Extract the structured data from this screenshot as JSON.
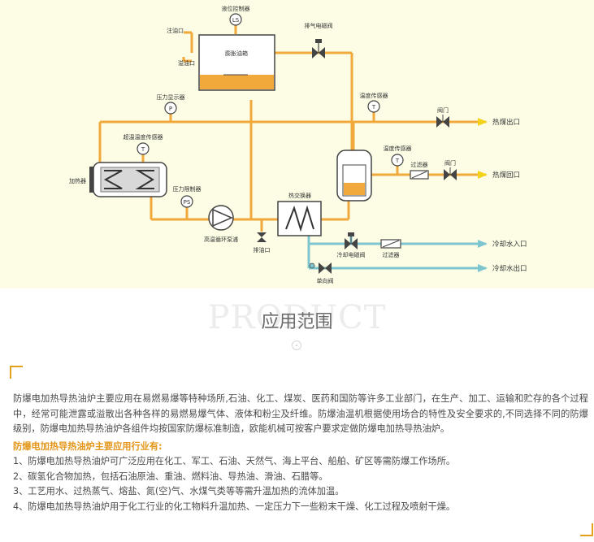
{
  "diagram": {
    "labels": {
      "level_controller": "液位控制器",
      "level_symbol": "LS",
      "exhaust_valve": "排气电磁阀",
      "oil_fill_port": "注油口",
      "overflow_port": "溢油口",
      "expansion_tank": "膨胀油箱",
      "pressure_gauge": "压力显示器",
      "temp_sensor_mid": "温度传感器",
      "valve_top": "阀门",
      "hot_outlet": "热煤出口",
      "over_temp_sensor": "超温温度传感器",
      "temp_sensor_right": "温度传感器",
      "filter_top": "过滤器",
      "valve_right": "阀门",
      "hot_return": "热煤回口",
      "heater": "加热器",
      "pressure_limiter": "压力限制器",
      "heat_exchanger": "热交换器",
      "pump": "高温循环泵浦",
      "drain_port": "排油口",
      "cooling_valve": "冷却电磁阀",
      "filter_bottom": "过滤器",
      "cooling_in": "冷却水入口",
      "check_valve": "单向阀",
      "cooling_out": "冷却水出口"
    },
    "symbols": {
      "pressure": "P",
      "temperature": "T",
      "pressure_switch": "PS"
    },
    "colors": {
      "oil_pipe": "#f2a93b",
      "water_pipe": "#7ec6cf",
      "arrow_yellow": "#f5d21a",
      "tank_oil": "#f2a93b",
      "background": "#fdfde6"
    }
  },
  "heading": {
    "watermark": "PRODUCT",
    "title": "应用范围"
  },
  "article": {
    "intro": "防爆电加热导热油炉主要应用在易燃易爆等特种场所,石油、化工、煤炭、医药和国防等许多工业部门，在生产、加工、运输和贮存的各个过程中，经常可能泄露或溢散出各种各样的易燃易爆气体、液体和粉尘及纤维。防爆油温机根据使用场合的特性及安全要求的,不同选择不同的防爆级别，防爆电加热导热油炉各组件均按国家防爆标准制造，欧能机械可按客户要求定做防爆电加热导热油炉。",
    "industries_heading": "防爆电加热导热油炉主要应用行业有:",
    "items": [
      "1、防爆电加热导热油炉可广泛应用在化工、军工、石油、天然气、海上平台、船舶、矿区等需防爆工作场所。",
      "2、碳氢化合物加热，包括石油原油、重油、燃料油、导热油、滑油、石腊等。",
      "3、工艺用水、过热蒸气、熔盐、氮(空)气、水煤气类等等需升温加热的流体加温。",
      "4、防爆电加热导热油炉用于化工行业的化工物料升温加热、一定压力下一些粉末干燥、化工过程及喷射干燥。"
    ]
  },
  "colors": {
    "accent": "#e3a21a",
    "text": "#4a4a4a"
  }
}
